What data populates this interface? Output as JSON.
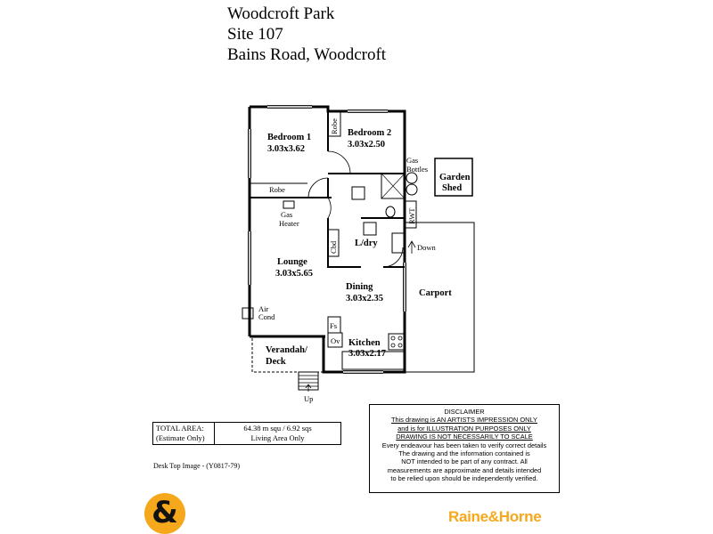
{
  "header": {
    "line1": "Woodcroft Park",
    "line2": "Site 107",
    "line3": "Bains Road, Woodcroft"
  },
  "rooms": {
    "bedroom1_name": "Bedroom 1",
    "bedroom1_size": "3.03x3.62",
    "bedroom2_name": "Bedroom 2",
    "bedroom2_size": "3.03x2.50",
    "lounge_name": "Lounge",
    "lounge_size": "3.03x5.65",
    "dining_name": "Dining",
    "dining_size": "3.03x2.35",
    "kitchen_name": "Kitchen",
    "kitchen_size": "3.03x2.17",
    "laundry": "L/dry",
    "carport": "Carport",
    "verandah_line1": "Verandah/",
    "verandah_line2": "Deck",
    "garden_line1": "Garden",
    "garden_line2": "Shed"
  },
  "fixtures": {
    "robe_top": "Robe",
    "robe_left": "Robe",
    "gas_bottles_line1": "Gas",
    "gas_bottles_line2": "Bottles",
    "gas_heater_line1": "Gas",
    "gas_heater_line2": "Heater",
    "air_cond_line1": "Air",
    "air_cond_line2": "Cond",
    "cbd": "Cbd",
    "rwt": "RWT",
    "fs": "Fs",
    "ov": "Ov",
    "down": "Down",
    "up": "Up"
  },
  "area": {
    "label_line1": "TOTAL AREA:",
    "label_line2": "(Estimate Only)",
    "value_line1": "64.38 m squ / 6.92 sqs",
    "value_line2": "Living Area Only"
  },
  "desk_top": "Desk Top Image - (Y0817-79)",
  "disclaimer": {
    "title": "DISCLAIMER",
    "l1": "This drawing is AN ARTISTS IMPRESSION ONLY",
    "l2": "and is for ILLUSTRATION PURPOSES ONLY",
    "l3": "DRAWING IS NOT NECESSARILY TO SCALE",
    "l4": "Every endeavour has been taken to verify correct details",
    "l5": "The drawing and the information contained is",
    "l6": "NOT intended to be part of any contract. All",
    "l7": "measurements are approximate and details intended",
    "l8": "to be relied upon should be independently verified."
  },
  "logo": {
    "mark": "&",
    "brand": "Raine&Horne",
    "brand_color": "#f6a81c"
  }
}
